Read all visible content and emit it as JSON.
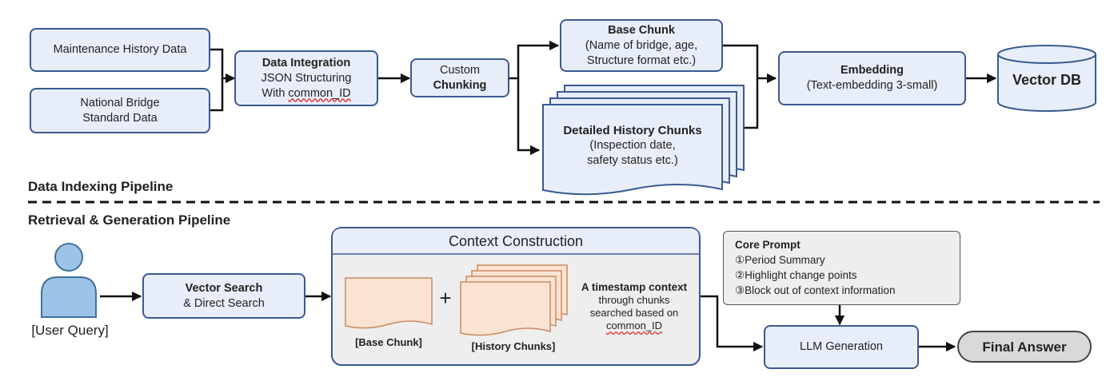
{
  "indexing": {
    "section_label": "Data Indexing Pipeline",
    "maintenance_history": "Maintenance History Data",
    "national_bridge_1": "National Bridge",
    "national_bridge_2": "Standard Data",
    "integration_title": "Data Integration",
    "integration_line1": "JSON Structuring",
    "integration_line2_prefix": "With ",
    "integration_line2_id": "common_ID",
    "chunking_line1": "Custom",
    "chunking_line2": "Chunking",
    "base_chunk_title": "Base Chunk",
    "base_chunk_line1": "(Name of bridge, age,",
    "base_chunk_line2": "Structure format etc.)",
    "history_title": "Detailed History Chunks",
    "history_line1": "(Inspection date,",
    "history_line2": "safety status etc.)",
    "embedding_title": "Embedding",
    "embedding_line1": "(Text-embedding 3-small)",
    "vector_db": "Vector DB"
  },
  "retrieval": {
    "section_label": "Retrieval & Generation Pipeline",
    "user_query": "[User Query]",
    "vector_search_title": "Vector Search",
    "vector_search_line2": "& Direct Search",
    "context_title": "Context Construction",
    "plus": "+",
    "base_chunk_caption": "[Base Chunk]",
    "history_chunks_caption": "[History Chunks]",
    "timestamp_title": "A timestamp context",
    "timestamp_line1": "through chunks",
    "timestamp_line2": "searched based on",
    "timestamp_id": "common_ID",
    "core_prompt_title": "Core Prompt",
    "prompt_items": [
      "①Period Summary",
      "②Highlight change points",
      "③Block out of context information"
    ],
    "llm_generation": "LLM Generation",
    "final_answer": "Final Answer"
  },
  "colors": {
    "box_fill": "#e8eef9",
    "box_border": "#3a5a92",
    "doc_fill": "#fbe3d3",
    "doc_border": "#c98a5e",
    "context_fill": "#eeeeee",
    "user_icon": "#9dc3e6",
    "final_answer_fill": "#d9d9d9"
  }
}
